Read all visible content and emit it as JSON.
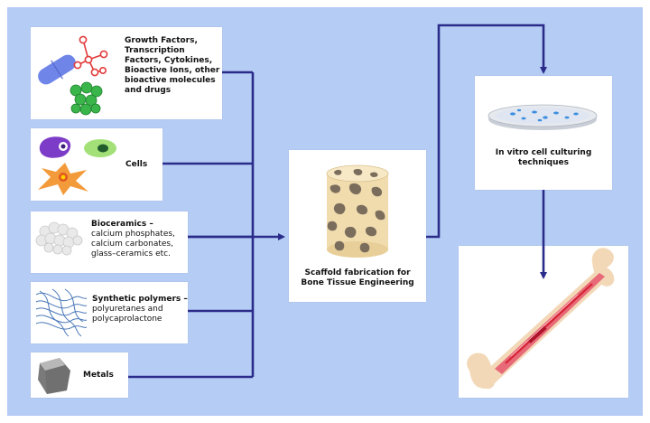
{
  "colors": {
    "background": "#b5ccf5",
    "arrow": "#2b2c8a",
    "box": "#ffffff",
    "scaffold_light": "#f1dcae",
    "scaffold_pore": "#7a6d5c",
    "bone": "#f3d8b8",
    "bone_red": "#d62535"
  },
  "inputs": {
    "growth_factors": "Growth Factors, Transcription Factors, Cytokines, Bioactive Ions, other bioactive molecules and drugs",
    "cells": "Cells",
    "bioceramics": {
      "title": "Bioceramics –",
      "detail": "calcium phosphates, calcium carbonates, glass–ceramics etc."
    },
    "polymers": {
      "title": "Synthetic polymers –",
      "detail": "polyuretanes and polycaprolactone"
    },
    "metals": "Metals"
  },
  "scaffold": {
    "label": "Scaffold fabrication for Bone Tissue Engineering"
  },
  "culture": {
    "label": "In vitro cell culturing techniques"
  },
  "icons": {
    "growth_factors": [
      "pill-icon",
      "molecule-icon",
      "cell-cluster-icon"
    ],
    "cells": [
      "cell-icon"
    ],
    "bioceramics": [
      "ceramic-granules-icon"
    ],
    "polymers": [
      "polymer-fibers-icon"
    ],
    "metals": [
      "metal-block-icon"
    ],
    "scaffold": [
      "porous-cylinder-icon"
    ],
    "culture": [
      "petri-dish-icon"
    ],
    "result": [
      "bone-icon"
    ]
  }
}
